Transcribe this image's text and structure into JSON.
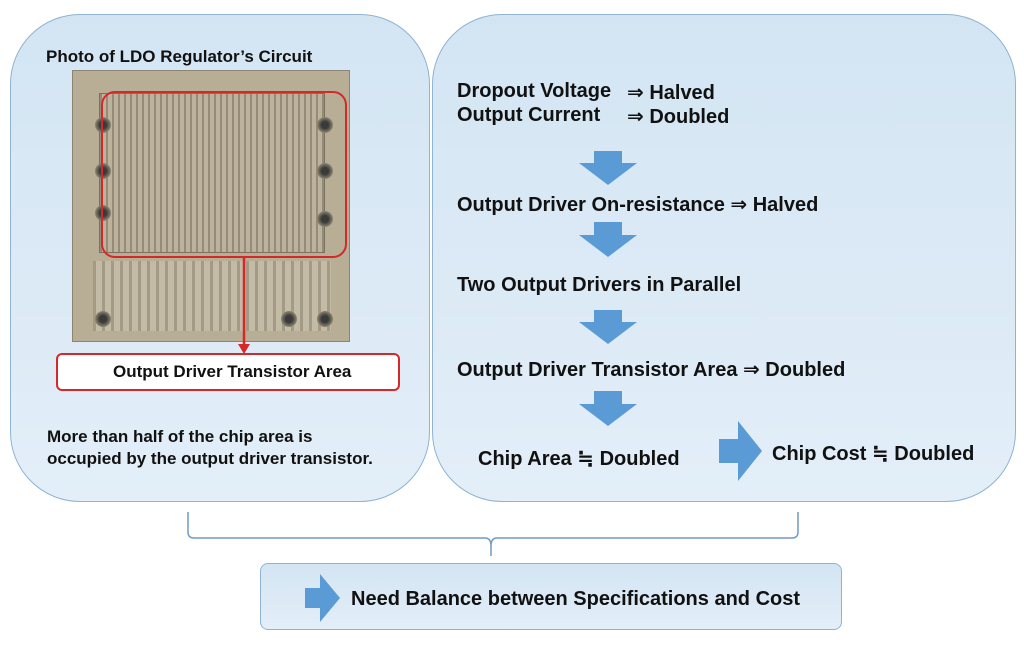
{
  "left": {
    "photo_title": "Photo of LDO Regulator’s Circuit",
    "area_label": "Output Driver Transistor Area",
    "note_line1": "More than half of the chip area is",
    "note_line2": "occupied by the output driver transistor."
  },
  "right": {
    "spec1_label": "Dropout Voltage",
    "spec1_value": "⇒ Halved",
    "spec2_label": "Output Current",
    "spec2_value": "⇒ Doubled",
    "step1": "Output Driver On-resistance ⇒ Halved",
    "step2": "Two Output Drivers in Parallel",
    "step3": "Output Driver Transistor Area ⇒ Doubled",
    "result_area": "Chip Area ≒ Doubled",
    "result_cost": "Chip Cost ≒ Doubled"
  },
  "bottom": {
    "conclusion": "Need Balance between Specifications and Cost"
  },
  "colors": {
    "panel_fill": "#d7e7f4",
    "panel_border": "#8fb3d1",
    "arrow_blue": "#5b9bd5",
    "highlight_red": "#d62828"
  }
}
